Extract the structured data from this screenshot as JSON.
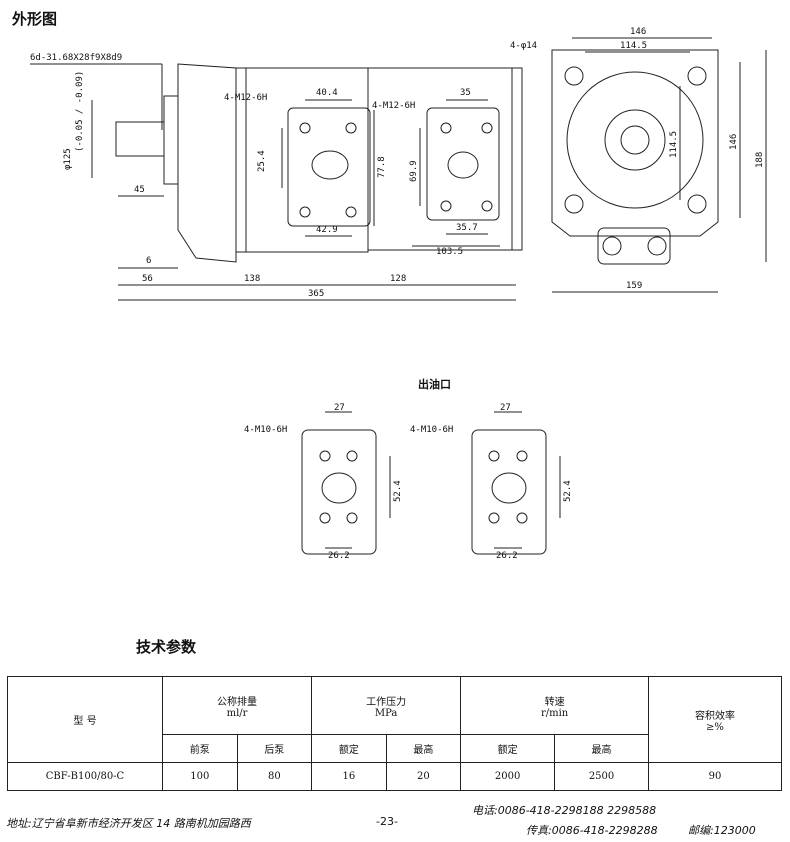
{
  "page_title": "外形图",
  "outlet_title": "出油口",
  "tech_title": "技术参数",
  "dims": {
    "spline": "6d-31.68X28f9X8d9",
    "diameter": "φ125",
    "tol": "(-0.05 / -0.09)",
    "d45": "45",
    "d6": "6",
    "d56": "56",
    "d138": "138",
    "d128": "128",
    "d365": "365",
    "thread1": "4-M12-6H",
    "thread2": "4-M12-6H",
    "d40_4": "40.4",
    "d25_4": "25.4",
    "d77_8": "77.8",
    "d42_9": "42.9",
    "d35": "35",
    "d69_9": "69.9",
    "d35_7": "35.7",
    "d103_5": "103.5",
    "holes": "4-φ14",
    "d146w": "146",
    "d114_5w": "114.5",
    "d114_5h": "114.5",
    "d146h": "146",
    "d188": "188",
    "d159": "159",
    "o_thread1": "4-M10-6H",
    "o_thread2": "4-M10-6H",
    "o_w1": "27",
    "o_w2": "27",
    "o_h1": "52.4",
    "o_h2": "52.4",
    "o_b1": "26.2",
    "o_b2": "26.2"
  },
  "table": {
    "model_header": "型  号",
    "displacement": "公称排量",
    "displacement_unit": "ml/r",
    "pressure": "工作压力",
    "pressure_unit": "MPa",
    "speed": "转速",
    "speed_unit": "r/min",
    "efficiency": "容积效率",
    "efficiency_unit": "≥%",
    "front_pump": "前泵",
    "rear_pump": "后泵",
    "rated_p": "额定",
    "max_p": "最高",
    "rated_s": "额定",
    "max_s": "最高",
    "row": {
      "model": "CBF-B100/80-C",
      "front": "100",
      "rear": "80",
      "p_rated": "16",
      "p_max": "20",
      "s_rated": "2000",
      "s_max": "2500",
      "eff": "90"
    }
  },
  "footer": {
    "address": "地址:辽宁省阜新市经济开发区 14 路南机加园路西",
    "page": "-23-",
    "phone": "电话:0086-418-2298188    2298588",
    "fax": "传真:0086-418-2298288",
    "postcode": "邮编:123000"
  }
}
